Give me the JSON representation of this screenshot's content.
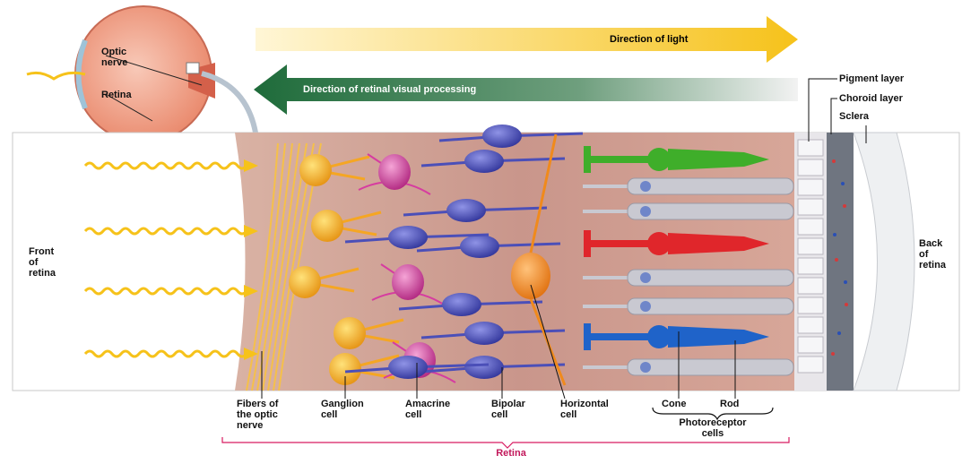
{
  "arrows": {
    "light": "Direction of light",
    "processing": "Direction of retinal visual processing"
  },
  "eye": {
    "optic_nerve": "Optic\nnerve",
    "retina": "Retina"
  },
  "layers": {
    "pigment": "Pigment layer",
    "choroid": "Choroid layer",
    "sclera": "Sclera"
  },
  "sides": {
    "front": "Front\nof\nretina",
    "back": "Back\nof\nretina"
  },
  "bottom": {
    "fibers": "Fibers of\nthe optic\nnerve",
    "ganglion": "Ganglion\ncell",
    "amacrine": "Amacrine\ncell",
    "bipolar": "Bipolar\ncell",
    "horizontal": "Horizontal\ncell",
    "cone": "Cone",
    "rod": "Rod",
    "photoreceptor": "Photoreceptor\ncells",
    "retina": "Retina"
  },
  "colors": {
    "light_arrow": "#f6c21a",
    "processing_arrow": "#1e6b3a",
    "ganglion": "#f5a623",
    "amacrine": "#d63ca0",
    "bipolar": "#4b4fb8",
    "horizontal": "#f08a1c",
    "cone_green": "#3fae2a",
    "cone_red": "#e0262b",
    "cone_blue": "#1f63c9",
    "rod": "#c9c9d1",
    "retina_brace": "#d81b60"
  }
}
